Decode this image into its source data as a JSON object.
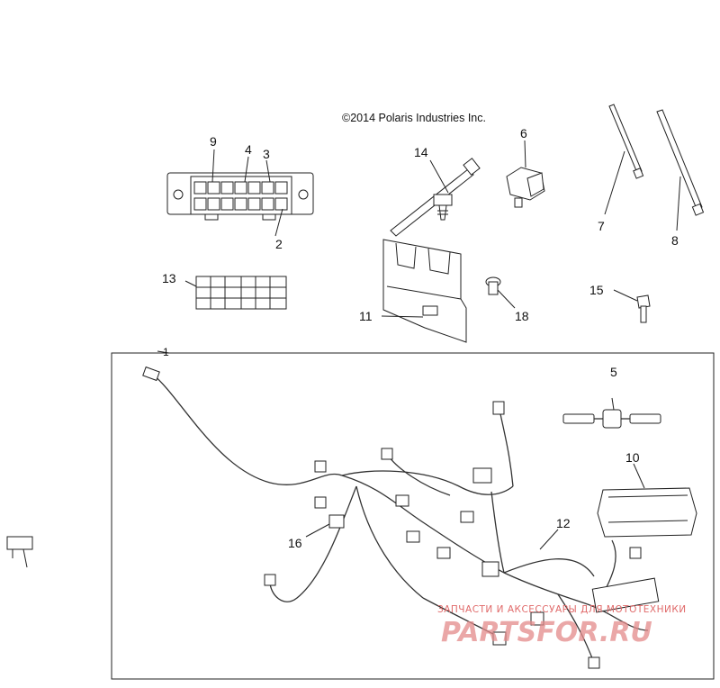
{
  "copyright": "©2014 Polaris Industries Inc.",
  "callouts": {
    "c1": "1",
    "c2": "2",
    "c3": "3",
    "c4": "4",
    "c5": "5",
    "c6": "6",
    "c7": "7",
    "c8": "8",
    "c9": "9",
    "c10": "10",
    "c11": "11",
    "c12": "12",
    "c13": "13",
    "c14": "14",
    "c15": "15",
    "c16": "16",
    "c18": "18"
  },
  "watermark": {
    "text": "ЗАПЧАСТИ И АКСЕССУАРЫ ДЛЯ МОТОТЕХНИКИ",
    "logo": "PARTSFOR.RU"
  }
}
